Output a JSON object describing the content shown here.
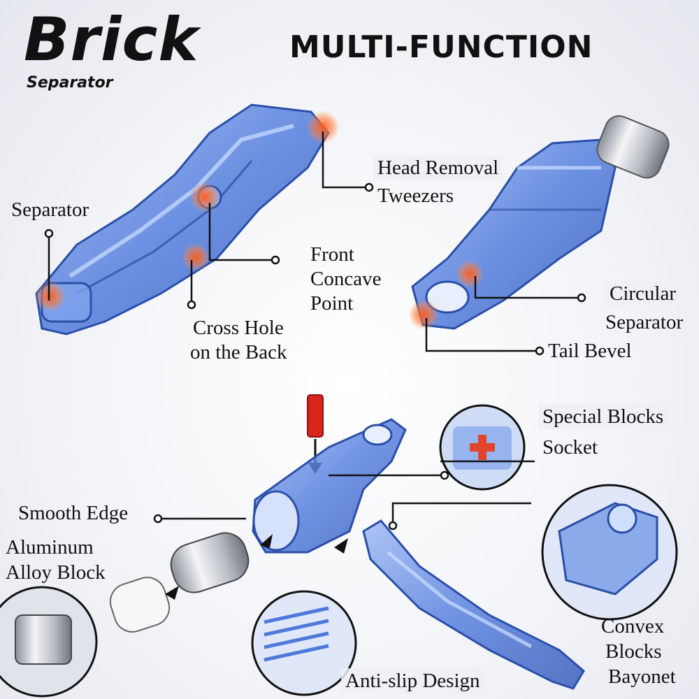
{
  "logo": {
    "main": "Brick",
    "sub": "Separator"
  },
  "headline": "MULTI-FUNCTION",
  "labels": {
    "separator": "Separator",
    "head_removal_1": "Head Removal",
    "head_removal_2": "Tweezers",
    "front_concave_1": "Front",
    "front_concave_2": "Concave",
    "front_concave_3": "Point",
    "cross_hole_1": "Cross Hole",
    "cross_hole_2": "on the Back",
    "circular_1": "Circular",
    "circular_2": "Separator",
    "tail_bevel": "Tail Bevel",
    "special_1": "Special Blocks",
    "special_2": "Socket",
    "smooth_edge": "Smooth Edge",
    "aluminum_1": "Aluminum",
    "aluminum_2": "Alloy Block",
    "convex_1": "Convex",
    "convex_2": "Blocks",
    "convex_3": "Bayonet",
    "anti_slip": "Anti-slip Design"
  },
  "colors": {
    "tool_blue": "#3f6fd8",
    "highlight": "#ff6a2a",
    "pin_red": "#d8251c"
  }
}
